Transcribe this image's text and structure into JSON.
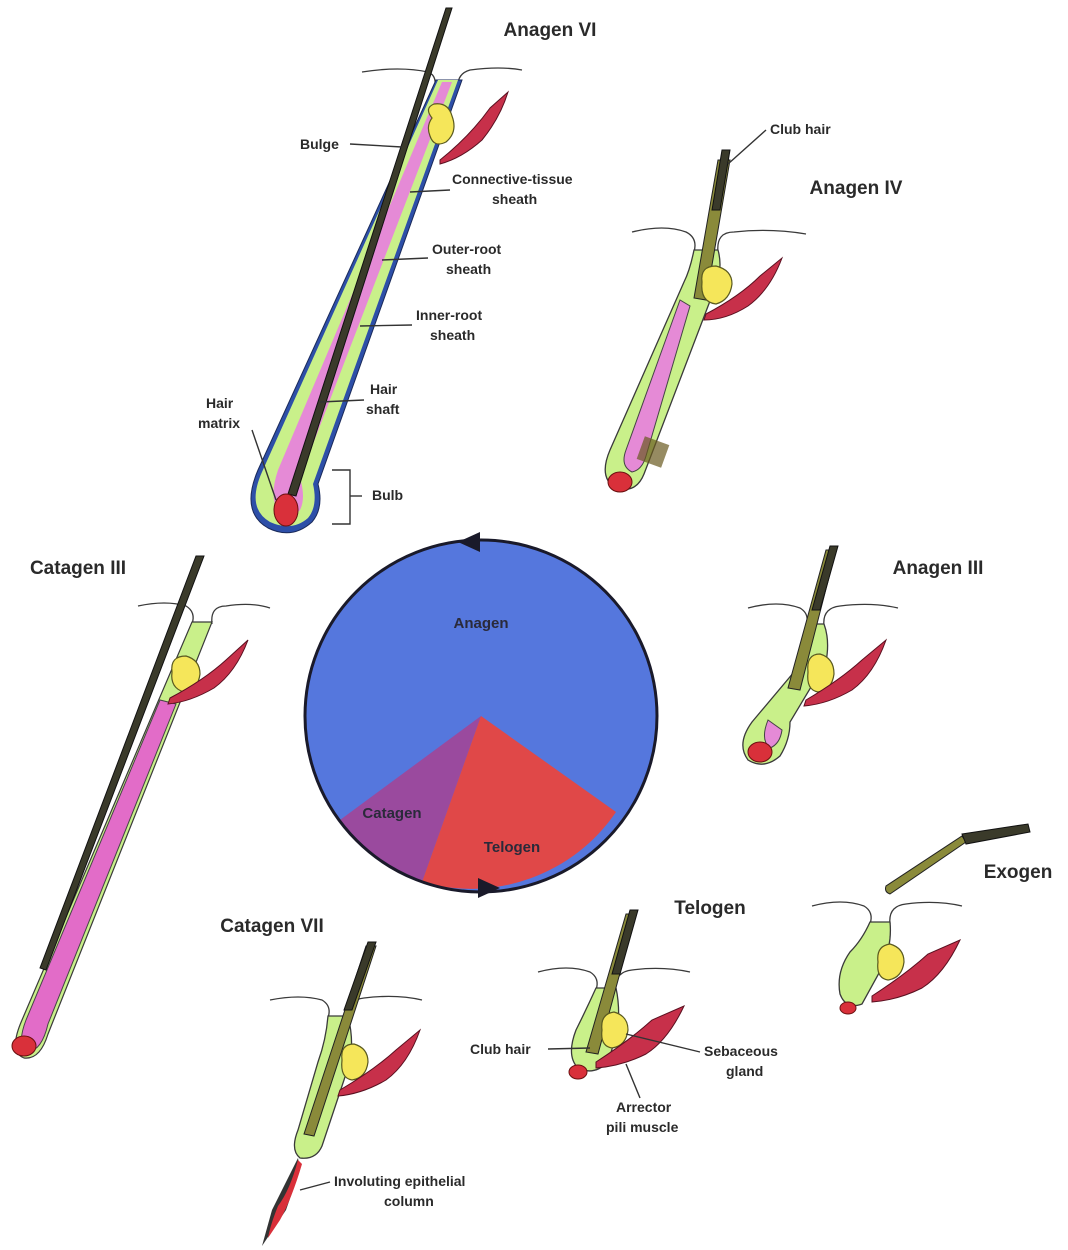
{
  "stages": {
    "anagen_vi": "Anagen VI",
    "anagen_iv": "Anagen IV",
    "anagen_iii": "Anagen III",
    "catagen_iii": "Catagen III",
    "catagen_vii": "Catagen VII",
    "telogen": "Telogen",
    "exogen": "Exogen"
  },
  "labels": {
    "bulge": "Bulge",
    "ct_sheath_1": "Connective-tissue",
    "ct_sheath_2": "sheath",
    "outer_root_1": "Outer-root",
    "outer_root_2": "sheath",
    "inner_root_1": "Inner-root",
    "inner_root_2": "sheath",
    "hair_shaft_1": "Hair",
    "hair_shaft_2": "shaft",
    "hair_matrix_1": "Hair",
    "hair_matrix_2": "matrix",
    "bulb": "Bulb",
    "club_hair_top": "Club hair",
    "club_hair_telogen": "Club hair",
    "sebaceous_1": "Sebaceous",
    "sebaceous_2": "gland",
    "arrector_1": "Arrector",
    "arrector_2": "pili muscle",
    "involuting_1": "Involuting epithelial",
    "involuting_2": "column"
  },
  "cycle": {
    "anagen": "Anagen",
    "catagen": "Catagen",
    "telogen": "Telogen",
    "colors": {
      "anagen": "#5577dd",
      "catagen": "#9a4a9e",
      "telogen": "#e04848"
    }
  }
}
